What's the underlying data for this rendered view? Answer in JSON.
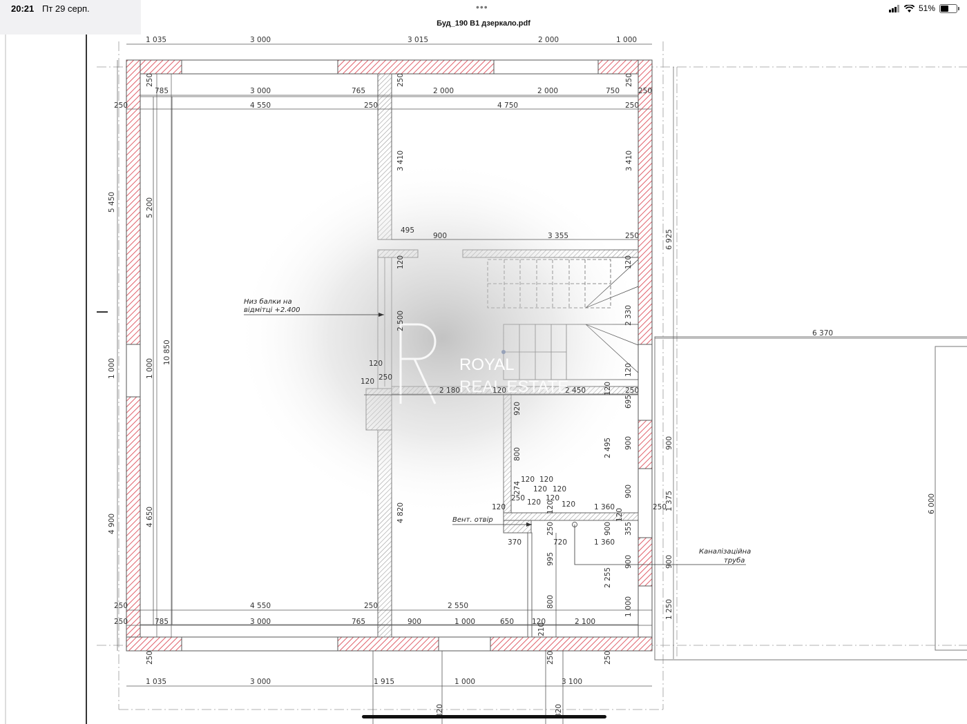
{
  "status_bar": {
    "time": "20:21",
    "date": "Пт 29 серп.",
    "more_dots": "•••",
    "document_title": "Буд_190 В1 дзеркало.pdf",
    "battery_percent_label": "51%",
    "battery_level": 0.51
  },
  "plan": {
    "dims_top_outer": [
      "1 035",
      "3 000",
      "3 015",
      "2 000",
      "1 000"
    ],
    "dims_top_inner_row1": [
      "250",
      "785",
      "3 000",
      "765",
      "250",
      "2 000",
      "2 000",
      "750",
      "250",
      "250"
    ],
    "dims_top_inner_row2": [
      "250",
      "4 550",
      "250",
      "4 750",
      "250"
    ],
    "dims_left": [
      "5 450",
      "5 200",
      "1 000",
      "1 000",
      "10 850",
      "4 900",
      "4 650"
    ],
    "dims_center_vertical": [
      "3 410",
      "3 410",
      "120",
      "2 500",
      "4 820"
    ],
    "dims_stair_row": [
      "495",
      "900",
      "3 355",
      "250"
    ],
    "dims_stair_vertical": [
      "120",
      "2 330",
      "120",
      "6 925"
    ],
    "dims_mid_row": [
      "120",
      "120",
      "250",
      "2 180",
      "120",
      "2 450",
      "120",
      "250"
    ],
    "dims_right_block": [
      "695",
      "920",
      "900",
      "2 495",
      "900",
      "800",
      "900",
      "900",
      "1 375",
      "250",
      "120",
      "355",
      "1 360",
      "1 360",
      "900",
      "900",
      "2 255",
      "995",
      "800",
      "1 000",
      "1 250"
    ],
    "dims_small_cluster": [
      "120",
      "120",
      "274",
      "120",
      "120",
      "250",
      "120",
      "120",
      "120",
      "120",
      "120",
      "250",
      "720",
      "370"
    ],
    "dims_bottom_inner_row2": [
      "250",
      "4 550",
      "250",
      "2 550"
    ],
    "dims_bottom_inner_row1": [
      "250",
      "785",
      "3 000",
      "765",
      "900",
      "1 000",
      "650",
      "120",
      "2 100"
    ],
    "dims_bottom_small": [
      "210",
      "250",
      "250",
      "250"
    ],
    "dims_bottom_outer": [
      "1 035",
      "3 000",
      "1 915",
      "1 000",
      "3 100"
    ],
    "dims_bottom_extra": [
      "320",
      "320"
    ],
    "dims_far_right": [
      "6 370",
      "6 000"
    ],
    "note_beam_line1": "Низ балки на",
    "note_beam_line2": "відмітці +2.400",
    "note_vent": "Вент. отвір",
    "note_sewer_line1": "Каналізаційна",
    "note_sewer_line2": "труба",
    "watermark_line1": "ROYAL",
    "watermark_line2": "REAL ESTATE"
  },
  "colors": {
    "hatch": "#e0606a",
    "line": "#555555",
    "status_bg_left": "#f1f1f3"
  }
}
